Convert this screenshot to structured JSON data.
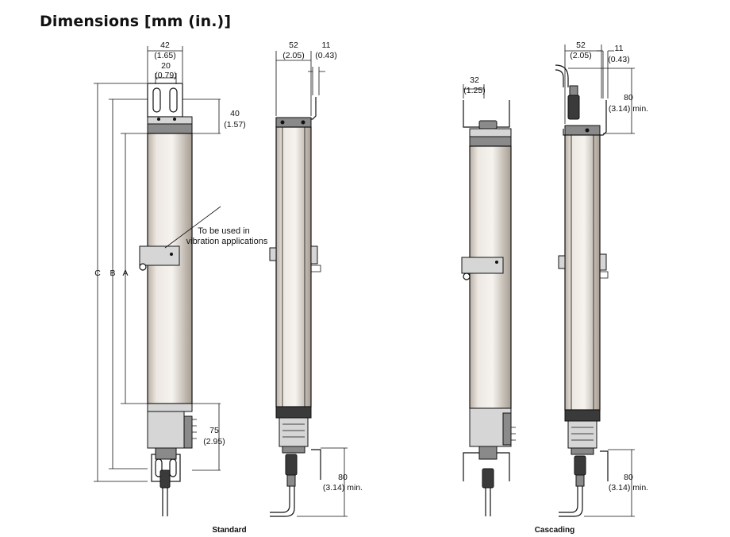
{
  "header": {
    "title": "Dimensions [mm (in.)]"
  },
  "captions": {
    "standard": "Standard",
    "cascading": "Cascading"
  },
  "annotation": {
    "line1": "To be used in",
    "line2": "vibration applications"
  },
  "labels": {
    "c": "C",
    "b": "B",
    "a": "A"
  },
  "dimensions": {
    "std_w42": "42",
    "std_w42_in": "(1.65)",
    "std_w20": "20",
    "std_w20_in": "(0.79)",
    "std_h40": "40",
    "std_h40_in": "(1.57)",
    "std_h75": "75",
    "std_h75_in": "(2.95)",
    "side_w52": "52",
    "side_w52_in": "(2.05)",
    "side_w11": "11",
    "side_w11_in": "(0.43)",
    "side_h80": "80",
    "side_h80_in": "(3.14) min.",
    "cas_w32": "32",
    "cas_w32_in": "(1.25)",
    "cas_w52": "52",
    "cas_w52_in": "(2.05)",
    "cas_w11": "11",
    "cas_w11_in": "(0.43)",
    "cas_h80_top": "80",
    "cas_h80_top_in": "(3.14) min.",
    "cas_h80_bot": "80",
    "cas_h80_bot_in": "(3.14) min."
  }
}
